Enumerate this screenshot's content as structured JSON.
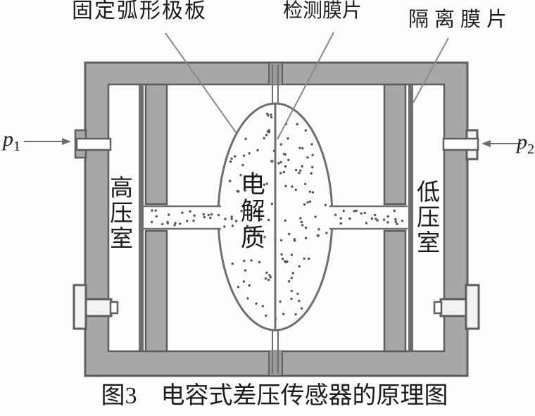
{
  "figure": {
    "caption": "图3　电容式差压传感器的原理图",
    "labels": {
      "fixed_arc_plate": "固定弧形极板",
      "detection_diaphragm": "检测膜片",
      "isolation_diaphragm": "隔离膜片",
      "high_pressure_chamber": "高压室",
      "low_pressure_chamber": "低压室",
      "electrolyte": "电解质",
      "p1_base": "p",
      "p1_sub": "1",
      "p2_base": "p",
      "p2_sub": "2"
    },
    "colors": {
      "background": "#fdfdfd",
      "body_gray": "#a7a7a7",
      "plug_gray": "#9a9a9a",
      "metal_white": "#f2f2f2",
      "outline": "#5e5e5e",
      "line_gray": "#6e6e6e",
      "leader": "#8a8a8a",
      "dots": "#565656",
      "text": "#1c1c1c"
    }
  }
}
